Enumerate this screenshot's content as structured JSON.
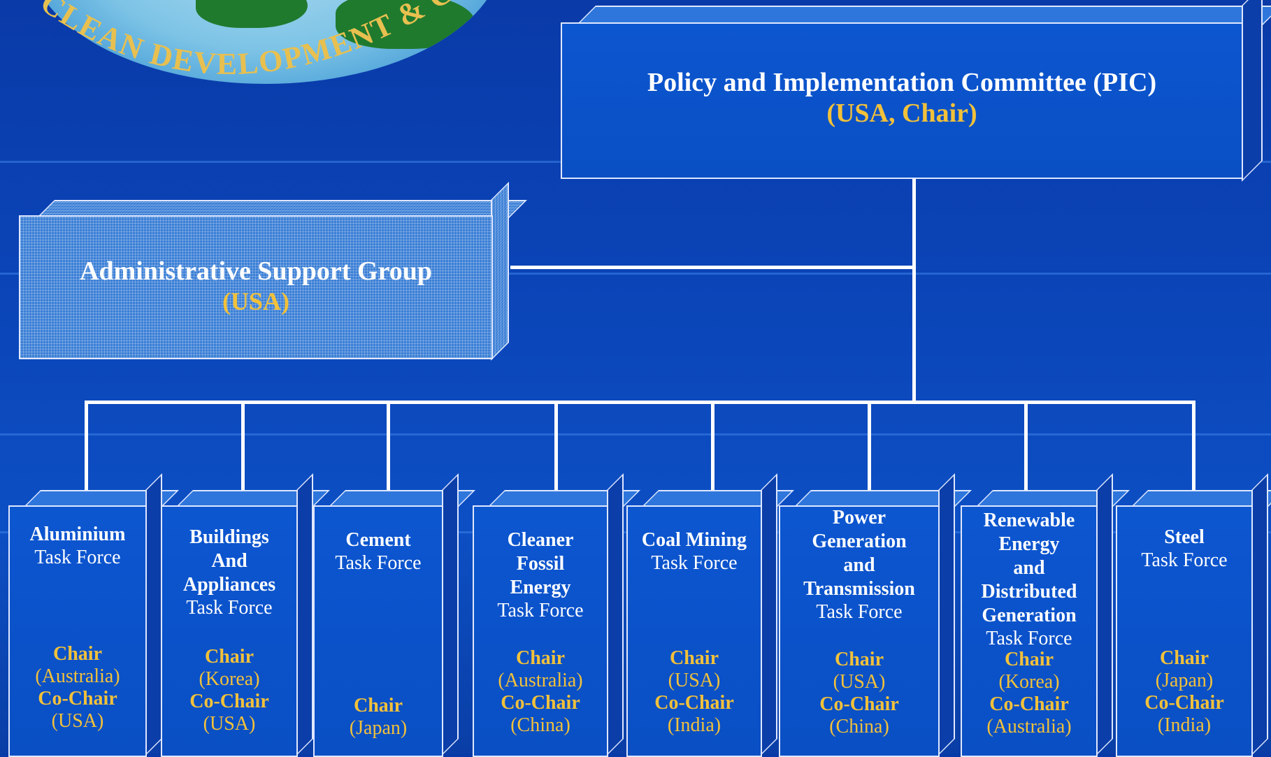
{
  "logo": {
    "text": "CLEAN DEVELOPMENT & CLIM"
  },
  "pic": {
    "title": "Policy and Implementation Committee (PIC)",
    "subtitle": "(USA, Chair)"
  },
  "asg": {
    "title": "Administrative Support Group",
    "subtitle": "(USA)"
  },
  "task_forces": [
    {
      "name_lines": [
        "Aluminium"
      ],
      "label": "Task Force",
      "roles": [
        {
          "role": "Chair",
          "country": "(Australia)"
        },
        {
          "role": "Co-Chair",
          "country": "(USA)"
        }
      ]
    },
    {
      "name_lines": [
        "Buildings",
        "And",
        "Appliances"
      ],
      "label": "Task Force",
      "roles": [
        {
          "role": "Chair",
          "country": "(Korea)"
        },
        {
          "role": "Co-Chair",
          "country": "(USA)"
        }
      ]
    },
    {
      "name_lines": [
        "Cement"
      ],
      "label": "Task Force",
      "roles": [
        {
          "role": "Chair",
          "country": "(Japan)"
        }
      ]
    },
    {
      "name_lines": [
        "Cleaner",
        "Fossil",
        "Energy"
      ],
      "label": "Task Force",
      "roles": [
        {
          "role": "Chair",
          "country": "(Australia)"
        },
        {
          "role": "Co-Chair",
          "country": "(China)"
        }
      ]
    },
    {
      "name_lines": [
        "Coal Mining"
      ],
      "label": "Task Force",
      "roles": [
        {
          "role": "Chair",
          "country": "(USA)"
        },
        {
          "role": "Co-Chair",
          "country": "(India)"
        }
      ]
    },
    {
      "name_lines": [
        "Power",
        "Generation",
        "and",
        "Transmission"
      ],
      "label": "Task Force",
      "roles": [
        {
          "role": "Chair",
          "country": "(USA)"
        },
        {
          "role": "Co-Chair",
          "country": "(China)"
        }
      ]
    },
    {
      "name_lines": [
        "Renewable",
        "Energy",
        "and",
        "Distributed",
        "Generation"
      ],
      "label": "Task Force",
      "roles": [
        {
          "role": "Chair",
          "country": "(Korea)"
        },
        {
          "role": "Co-Chair",
          "country": "(Australia)"
        }
      ]
    },
    {
      "name_lines": [
        "Steel"
      ],
      "label": "Task Force",
      "roles": [
        {
          "role": "Chair",
          "country": "(Japan)"
        },
        {
          "role": "Co-Chair",
          "country": "(India)"
        }
      ]
    }
  ],
  "colors": {
    "accent": "#f2c13a",
    "box": "#0a4fc4",
    "background": "#0b45b8"
  }
}
